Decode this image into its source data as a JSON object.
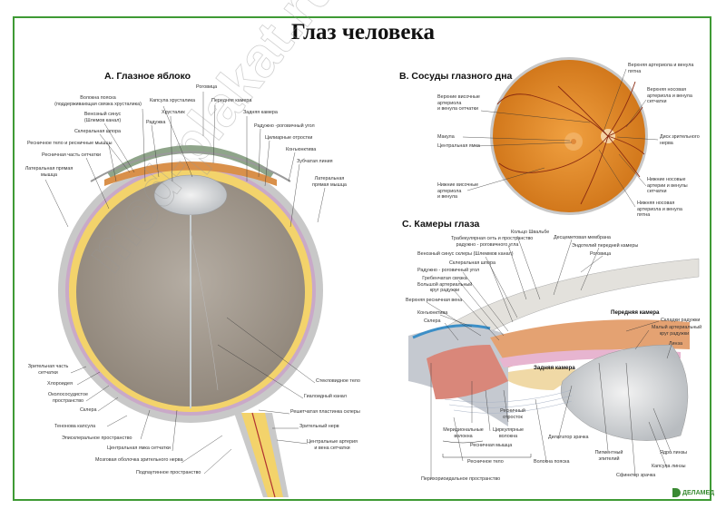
{
  "poster": {
    "title": "Глаз человека",
    "watermark": "med-plakat.ru",
    "publisher_logo": "ДЕЛАМЕД",
    "border_color": "#3f9a35"
  },
  "section_a": {
    "title": "А. Глазное яблоко",
    "labels": {
      "cornea": "Роговица",
      "zonule_1": "Волокна пояска",
      "zonule_2": "(поддерживающая связка хрусталика)",
      "lens_capsule": "Капсула хрусталика",
      "anterior_chamber": "Передняя камера",
      "venous_sinus_1": "Венозный синус",
      "venous_sinus_2": "(Шлемов канал)",
      "lens": "Хрусталик",
      "posterior_chamber": "Задняя камера",
      "iris": "Радужка",
      "iridocorneal_angle": "Радужно -роговичный угол",
      "scleral_spur": "Склеральная шпора",
      "ciliary_processes": "Цилиарные отростки",
      "ciliary_body": "Ресничное тело и ресничные мышцы",
      "conjunctiva": "Конъюнктива",
      "ciliary_retina": "Ресничная часть сетчатки",
      "ora_serrata": "Зубчатая линия",
      "lateral_rectus_left_1": "Латеральная прямая",
      "lateral_rectus_left_2": "мышца",
      "lateral_rectus_right_1": "Латеральная",
      "lateral_rectus_right_2": "прямая  мышца",
      "optic_retina_1": "Зрительная часть",
      "optic_retina_2": "сетчатки",
      "choroid": "Хлороидея",
      "perivascular_1": "Околососудистое",
      "perivascular_2": "пространство",
      "sclera": "Склера",
      "tenon": "Теноновa капсула",
      "episcleral": "Эписклеральное пространство",
      "fovea": "Центральная ямка сетчатки",
      "nerve_sheath": "Мозговая оболочка  зрительного нерва",
      "subarachnoid": "Подпаутинное  пространство",
      "vitreous": "Стекловидное тело",
      "hyaloid": "Гиалоидный канал",
      "lamina_cribrosa": "Решетчатая пластинка склеры",
      "optic_nerve": "Зрительный нерв",
      "central_vessels_1": "Центральные  артерия",
      "central_vessels_2": "и вена сетчатки"
    }
  },
  "section_b": {
    "title": "В. Сосуды глазного дна",
    "labels": {
      "sup_macular_1": "Верхняя артериола и венула",
      "sup_macular_2": "пятна",
      "sup_temporal_1": "Верхние височные",
      "sup_temporal_2": "артериола",
      "sup_temporal_3": "и венула сетчатки",
      "sup_nasal_1": "Верхняя носовая",
      "sup_nasal_2": "артериола и венула",
      "sup_nasal_3": "сетчатки",
      "macula": "Макула",
      "fovea": "Центральная ямка",
      "optic_disc_1": "Диск зрительного",
      "optic_disc_2": "нерва",
      "inf_temporal_1": "Нижние височные",
      "inf_temporal_2": "артериола",
      "inf_temporal_3": "и венула",
      "inf_nasal_1": "Нижние носовые",
      "inf_nasal_2": "артерии и венулы",
      "inf_nasal_3": "сетчатки",
      "inf_macular_1": "Нижняя носовая",
      "inf_macular_2": "артериола и венула",
      "inf_macular_3": "пятна"
    }
  },
  "section_c": {
    "title": "С. Камеры глаза",
    "labels": {
      "schwalbe": "Кольцо Швальбе",
      "trabecular_1": "Трабекулярная сеть и пространство",
      "trabecular_2": "радужно - роговичного угла",
      "descemet": "Десцеметовая мембрана",
      "venous_sinus": "Венозный синус склеры (Шлеммов канал)",
      "endothelium": "Эндотелий передней камеры",
      "cornea": "Роговица",
      "scleral_spur": "Склеральная шпора",
      "iridocorneal_angle": "Радужно - роговичный угол",
      "pectinate_1": "Гребенчатая связка",
      "pectinate_2": "Большой артериальный",
      "pectinate_3": "круг радужки",
      "ciliary_vein": "Верхняя ресничная вена",
      "conjunctiva": "Конъюнктива",
      "sclera": "Склера",
      "anterior_chamber": "Передняя камера",
      "iris_folds": "Складки радужки",
      "minor_circle_1": "Малый артериальный",
      "minor_circle_2": "круг радужки",
      "lens": "Линза",
      "posterior_chamber": "Задняя камера",
      "ciliary_process_1": "Ресничный",
      "ciliary_process_2": "отросток",
      "meridional_1": "Меридиональные",
      "meridional_2": "волокна",
      "circular_1": "Циркулярные",
      "circular_2": "волокна",
      "ciliary_muscle": "Ресничная мышца",
      "ciliary_body": "Ресничное тело",
      "zonule": "Волокна пояска",
      "dilator": "Дилататор зрачка",
      "pigment_1": "Пигментный",
      "pigment_2": "эпителий",
      "lens_nucleus": "Ядро линзы",
      "lens_capsule": "Капсула линзы",
      "sphincter": "Сфинктер зрачка",
      "perichoroidal": "Перихориоидальное пространство"
    }
  }
}
